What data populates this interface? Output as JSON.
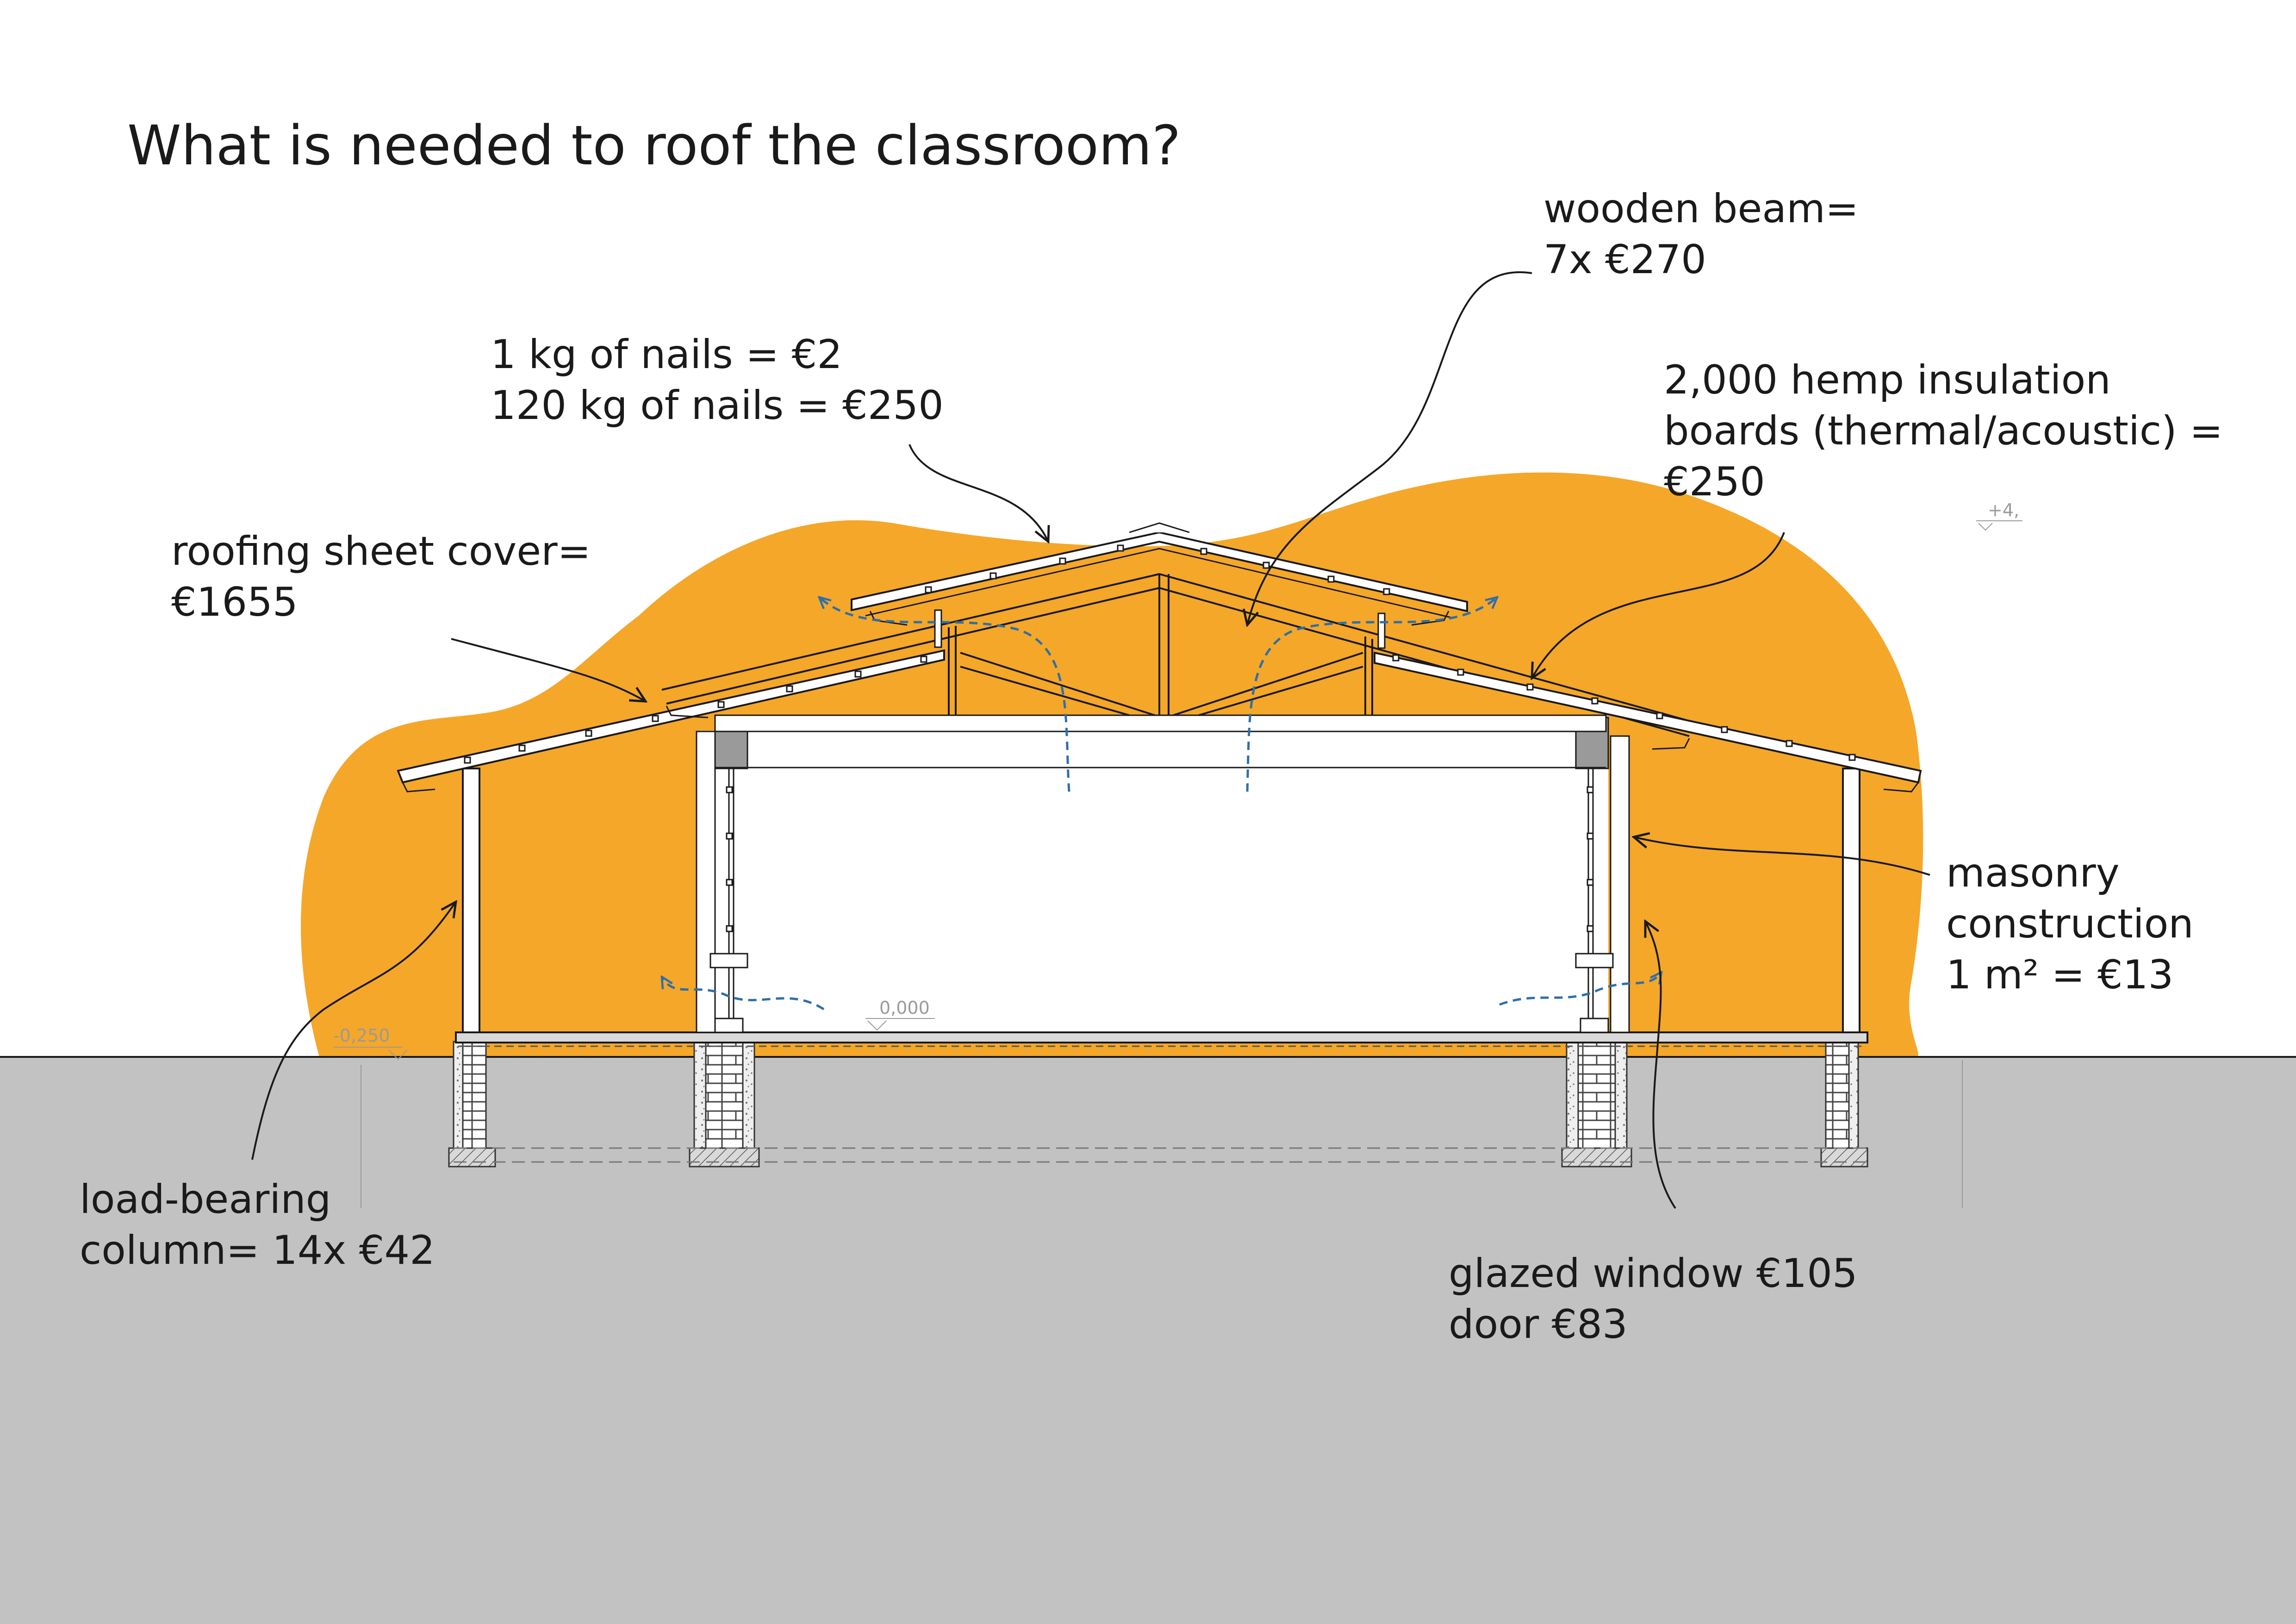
{
  "title": "What is needed to roof the classroom?",
  "colors": {
    "blob": "#F5A729",
    "ground": "#C2C2C2",
    "ink": "#1A1A1A",
    "airflow": "#2F6FA8",
    "background": "#FFFFFF"
  },
  "annotations": {
    "wooden_beam": [
      "wooden beam=",
      "7x €270"
    ],
    "nails": [
      "1 kg of nails = €2",
      "120 kg of nails = €250"
    ],
    "insulation": [
      "2,000 hemp insulation",
      "boards (thermal/acoustic) =",
      "€250"
    ],
    "roofing": [
      "roofing sheet cover=",
      "€1655"
    ],
    "masonry": [
      "masonry",
      "construction",
      "1 m² = €13"
    ],
    "column": [
      "load-bearing",
      "column= 14x €42"
    ],
    "window_door": [
      "glazed window €105",
      "door €83"
    ]
  },
  "levels": {
    "floor": "0,000",
    "ground": "-0,250",
    "ridge": "+4,"
  }
}
